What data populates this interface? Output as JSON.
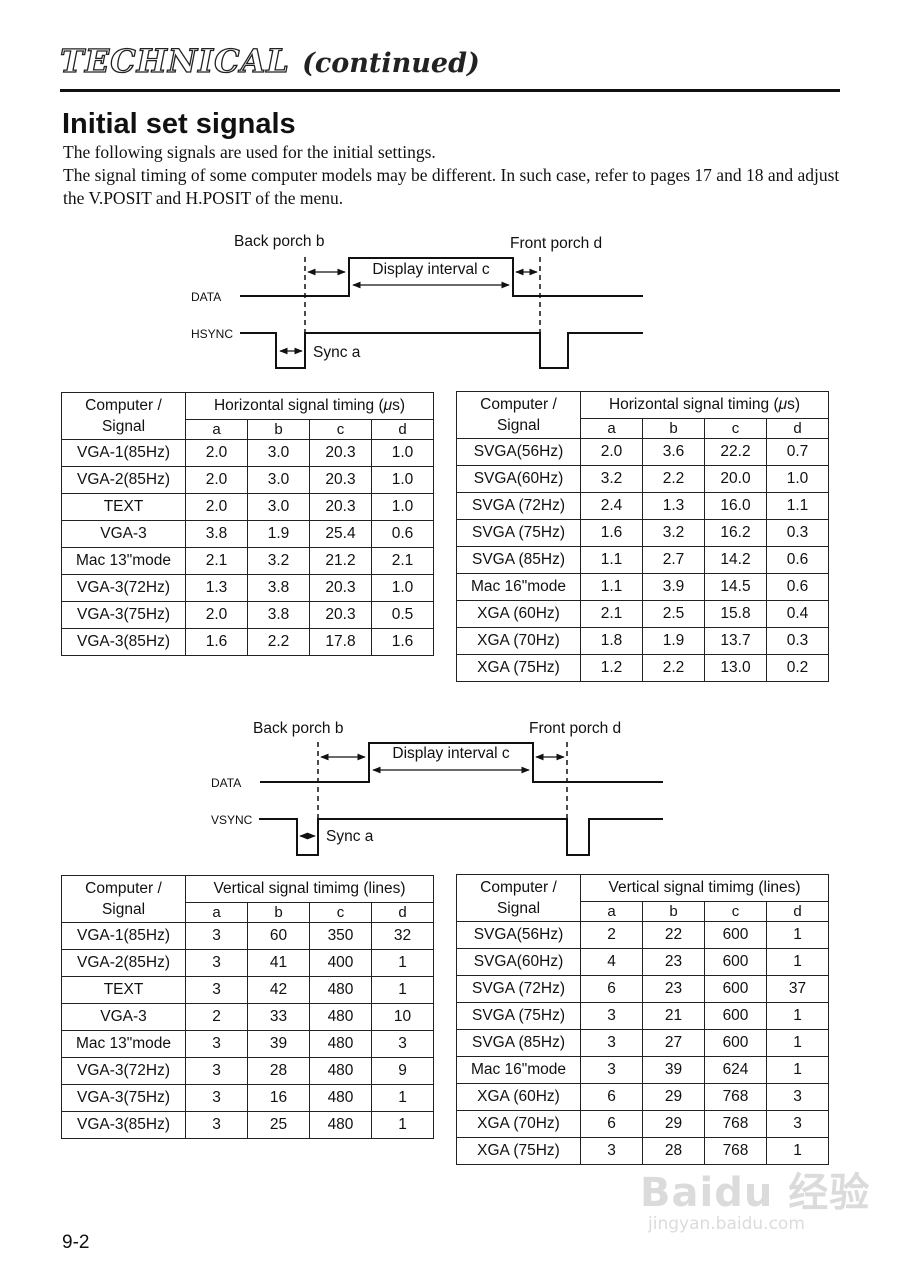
{
  "header": {
    "title": "TECHNICAL",
    "subtitle": "(continued)"
  },
  "section": {
    "title": "Initial set signals",
    "intro_line1": "The following signals are used for the initial settings.",
    "intro_line2": "The signal timing of some computer models may be different. In such case, refer to pages 17 and 18 and adjust the V.POSIT and H.POSIT of the menu."
  },
  "horizontal_diagram": {
    "back_porch": "Back porch b",
    "front_porch": "Front porch d",
    "display_interval": "Display interval c",
    "data_label": "DATA",
    "sync_signal_label": "HSYNC",
    "sync_label": "Sync a"
  },
  "vertical_diagram": {
    "back_porch": "Back porch b",
    "front_porch": "Front porch d",
    "display_interval": "Display interval c",
    "data_label": "DATA",
    "sync_signal_label": "VSYNC",
    "sync_label": "Sync a"
  },
  "horizontal_left": {
    "corner_line1": "Computer /",
    "corner_line2": "Signal",
    "group": "Horizontal signal timing (",
    "group_unit": "μ",
    "group_end": "s)",
    "cols": [
      "a",
      "b",
      "c",
      "d"
    ],
    "rows": [
      [
        "VGA-1(85Hz)",
        "2.0",
        "3.0",
        "20.3",
        "1.0"
      ],
      [
        "VGA-2(85Hz)",
        "2.0",
        "3.0",
        "20.3",
        "1.0"
      ],
      [
        "TEXT",
        "2.0",
        "3.0",
        "20.3",
        "1.0"
      ],
      [
        "VGA-3",
        "3.8",
        "1.9",
        "25.4",
        "0.6"
      ],
      [
        "Mac 13\"mode",
        "2.1",
        "3.2",
        "21.2",
        "2.1"
      ],
      [
        "VGA-3(72Hz)",
        "1.3",
        "3.8",
        "20.3",
        "1.0"
      ],
      [
        "VGA-3(75Hz)",
        "2.0",
        "3.8",
        "20.3",
        "0.5"
      ],
      [
        "VGA-3(85Hz)",
        "1.6",
        "2.2",
        "17.8",
        "1.6"
      ]
    ]
  },
  "horizontal_right": {
    "corner_line1": "Computer /",
    "corner_line2": "Signal",
    "group": "Horizontal signal timing (",
    "group_unit": "μ",
    "group_end": "s)",
    "cols": [
      "a",
      "b",
      "c",
      "d"
    ],
    "rows": [
      [
        "SVGA(56Hz)",
        "2.0",
        "3.6",
        "22.2",
        "0.7"
      ],
      [
        "SVGA(60Hz)",
        "3.2",
        "2.2",
        "20.0",
        "1.0"
      ],
      [
        "SVGA (72Hz)",
        "2.4",
        "1.3",
        "16.0",
        "1.1"
      ],
      [
        "SVGA (75Hz)",
        "1.6",
        "3.2",
        "16.2",
        "0.3"
      ],
      [
        "SVGA (85Hz)",
        "1.1",
        "2.7",
        "14.2",
        "0.6"
      ],
      [
        "Mac 16\"mode",
        "1.1",
        "3.9",
        "14.5",
        "0.6"
      ],
      [
        "XGA (60Hz)",
        "2.1",
        "2.5",
        "15.8",
        "0.4"
      ],
      [
        "XGA (70Hz)",
        "1.8",
        "1.9",
        "13.7",
        "0.3"
      ],
      [
        "XGA (75Hz)",
        "1.2",
        "2.2",
        "13.0",
        "0.2"
      ]
    ]
  },
  "vertical_left": {
    "corner_line1": "Computer /",
    "corner_line2": "Signal",
    "group": "Vertical signal timimg (lines)",
    "cols": [
      "a",
      "b",
      "c",
      "d"
    ],
    "rows": [
      [
        "VGA-1(85Hz)",
        "3",
        "60",
        "350",
        "32"
      ],
      [
        "VGA-2(85Hz)",
        "3",
        "41",
        "400",
        "1"
      ],
      [
        "TEXT",
        "3",
        "42",
        "480",
        "1"
      ],
      [
        "VGA-3",
        "2",
        "33",
        "480",
        "10"
      ],
      [
        "Mac 13\"mode",
        "3",
        "39",
        "480",
        "3"
      ],
      [
        "VGA-3(72Hz)",
        "3",
        "28",
        "480",
        "9"
      ],
      [
        "VGA-3(75Hz)",
        "3",
        "16",
        "480",
        "1"
      ],
      [
        "VGA-3(85Hz)",
        "3",
        "25",
        "480",
        "1"
      ]
    ]
  },
  "vertical_right": {
    "corner_line1": "Computer /",
    "corner_line2": "Signal",
    "group": "Vertical signal timimg (lines)",
    "cols": [
      "a",
      "b",
      "c",
      "d"
    ],
    "rows": [
      [
        "SVGA(56Hz)",
        "2",
        "22",
        "600",
        "1"
      ],
      [
        "SVGA(60Hz)",
        "4",
        "23",
        "600",
        "1"
      ],
      [
        "SVGA (72Hz)",
        "6",
        "23",
        "600",
        "37"
      ],
      [
        "SVGA (75Hz)",
        "3",
        "21",
        "600",
        "1"
      ],
      [
        "SVGA (85Hz)",
        "3",
        "27",
        "600",
        "1"
      ],
      [
        "Mac 16\"mode",
        "3",
        "39",
        "624",
        "1"
      ],
      [
        "XGA (60Hz)",
        "6",
        "29",
        "768",
        "3"
      ],
      [
        "XGA (70Hz)",
        "6",
        "29",
        "768",
        "3"
      ],
      [
        "XGA (75Hz)",
        "3",
        "28",
        "768",
        "1"
      ]
    ]
  },
  "footer": {
    "page_number": "9-2"
  },
  "watermark": {
    "logo": "Baidu 经验",
    "url": "jingyan.baidu.com"
  }
}
